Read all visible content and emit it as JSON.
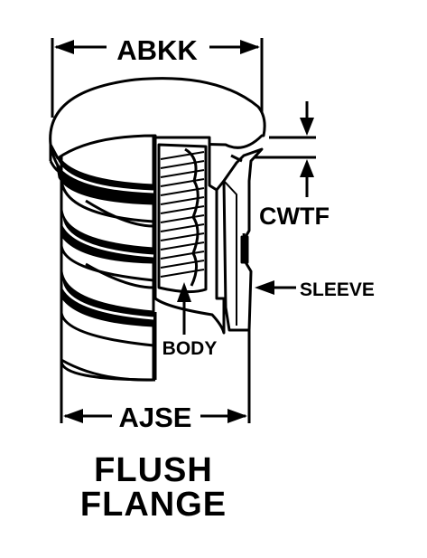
{
  "labels": {
    "top_dimension": "ABKK",
    "bottom_dimension": "AJSE",
    "flange_dimension": "CWTF",
    "sleeve": "SLEEVE",
    "body": "BODY"
  },
  "caption": {
    "line1": "FLUSH",
    "line2": "FLANGE"
  },
  "colors": {
    "ink": "#000000",
    "paper": "#ffffff"
  }
}
